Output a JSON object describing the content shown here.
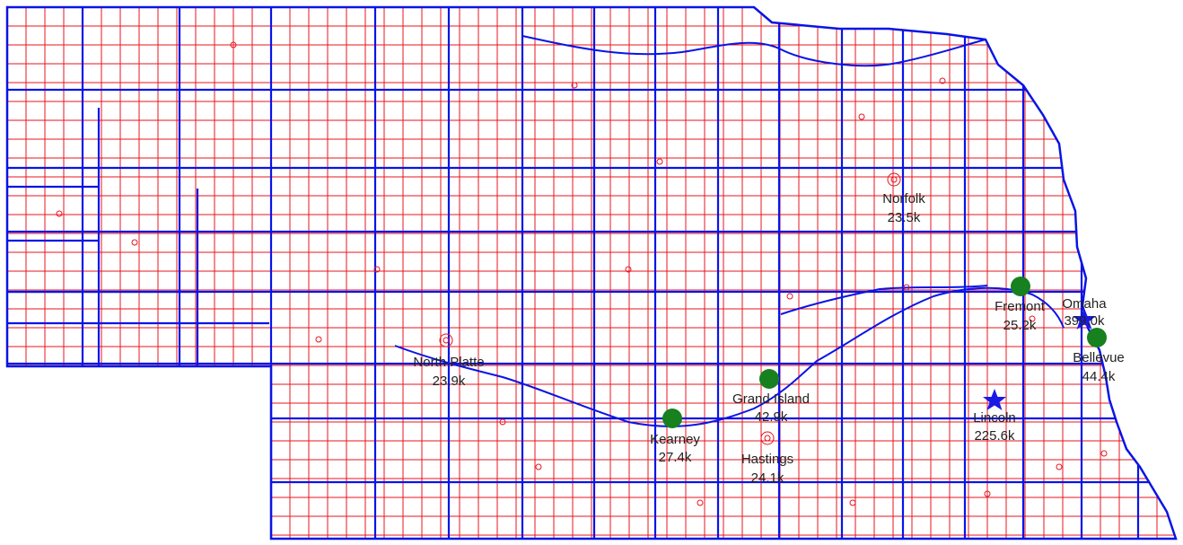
{
  "map": {
    "colors": {
      "county_border": "#0a14e6",
      "township_line": "#e8141e",
      "state_outline": "#0a14e6",
      "city_dot": "#17801f",
      "capital_star": "#1a1ae6",
      "label_text": "#222222"
    },
    "cities": [
      {
        "id": "omaha",
        "name": "Omaha",
        "population": "399.0k",
        "marker": "star-icon"
      },
      {
        "id": "lincoln",
        "name": "Lincoln",
        "population": "225.6k",
        "marker": "star-icon"
      },
      {
        "id": "bellevue",
        "name": "Bellevue",
        "population": "44.4k",
        "marker": "dot-icon"
      },
      {
        "id": "grand-island",
        "name": "Grand Island",
        "population": "42.9k",
        "marker": "dot-icon"
      },
      {
        "id": "kearney",
        "name": "Kearney",
        "population": "27.4k",
        "marker": "dot-icon"
      },
      {
        "id": "fremont",
        "name": "Fremont",
        "population": "25.2k",
        "marker": "dot-icon"
      },
      {
        "id": "hastings",
        "name": "Hastings",
        "population": "24.1k",
        "marker": "none"
      },
      {
        "id": "north-platte",
        "name": "North Platte",
        "population": "23.9k",
        "marker": "none"
      },
      {
        "id": "norfolk",
        "name": "Norfolk",
        "population": "23.5k",
        "marker": "none"
      }
    ]
  }
}
